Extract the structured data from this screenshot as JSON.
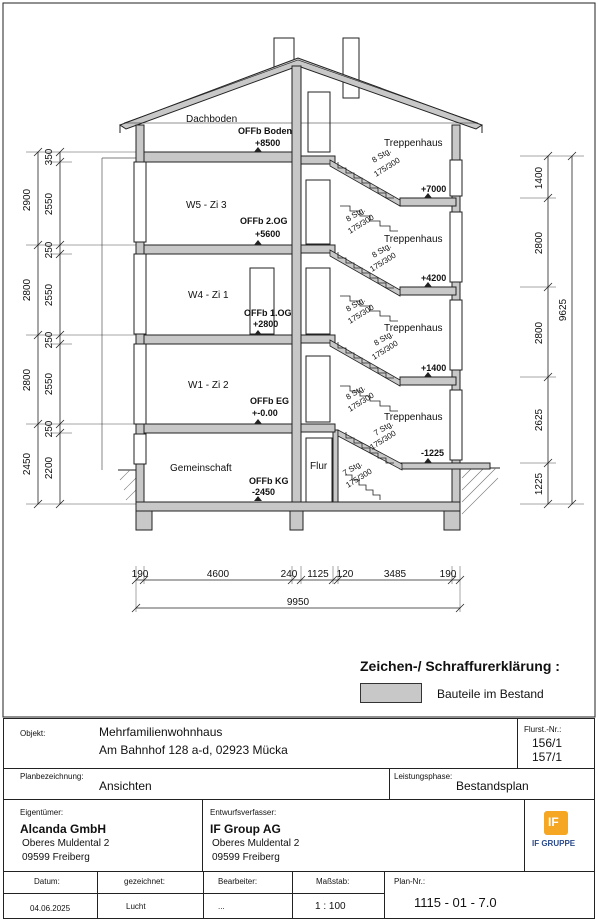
{
  "labels": {
    "dachboden": "Dachboden",
    "treppenhaus": "Treppenhaus",
    "w5": "W5 - Zi 3",
    "w4": "W4 - Zi 1",
    "w1": "W1 - Zi 2",
    "gemeinschaft": "Gemeinschaft",
    "flur": "Flur",
    "offb_boden": "OFFb Boden",
    "offb_2og": "OFFb 2.OG",
    "offb_1og": "OFFb 1.OG",
    "offb_eg": "OFFb EG",
    "offb_kg": "OFFb KG",
    "lvl_boden": "+8500",
    "lvl_2og": "+5600",
    "lvl_1og": "+2800",
    "lvl_eg": "+-0.00",
    "lvl_kg": "-2450",
    "lvl_7000": "+7000",
    "lvl_4200": "+4200",
    "lvl_1400": "+1400",
    "lvl_m1225": "-1225",
    "stg8": "8 Stg.",
    "stg7": "7 Stg.",
    "stg_size": "175/300"
  },
  "dims": {
    "left_outer": [
      "2900",
      "2800",
      "2800",
      "2450"
    ],
    "left_inner": [
      "350",
      "2550",
      "250",
      "2550",
      "250",
      "2550",
      "250",
      "2200"
    ],
    "right_inner": [
      "1400",
      "2800",
      "2800",
      "2625",
      "1225"
    ],
    "right_total": "9625",
    "bottom": [
      "190",
      "4600",
      "240",
      "1125",
      "120",
      "3485",
      "190"
    ],
    "bottom_total": "9950"
  },
  "legend": {
    "title": "Zeichen-/ Schraffurerklärung :",
    "swatch_label": "Bauteile im Bestand",
    "swatch_color": "#c8c8c8"
  },
  "titleblock": {
    "objekt_label": "Objekt:",
    "objekt_line1": "Mehrfamilienwohnhaus",
    "objekt_line2": "Am Bahnhof 128 a-d, 02923 Mücka",
    "flurst_label": "Flurst.-Nr.:",
    "flurst_1": "156/1",
    "flurst_2": "157/1",
    "plan_label": "Planbezeichnung:",
    "plan_value": "Ansichten",
    "phase_label": "Leistungsphase:",
    "phase_value": "Bestandsplan",
    "owner_label": "Eigentümer:",
    "owner_name": "Alcanda GmbH",
    "owner_street": "Oberes Muldental 2",
    "owner_city": "09599 Freiberg",
    "author_label": "Entwurfsverfasser:",
    "author_name": "IF Group AG",
    "author_street": "Oberes Muldental 2",
    "author_city": "09599 Freiberg",
    "logo_text": "IF GRUPPE",
    "logo_letter": "IF",
    "datum_label": "Datum:",
    "datum_value": "04.06.2025",
    "gezeichnet_label": "gezeichnet:",
    "gezeichnet_value": "Lucht",
    "bearbeiter_label": "Bearbeiter:",
    "bearbeiter_value": "...",
    "massstab_label": "Maßstab:",
    "massstab_value": "1 : 100",
    "plannr_label": "Plan-Nr.:",
    "plannr_value": "1115 - 01 - 7.0"
  }
}
